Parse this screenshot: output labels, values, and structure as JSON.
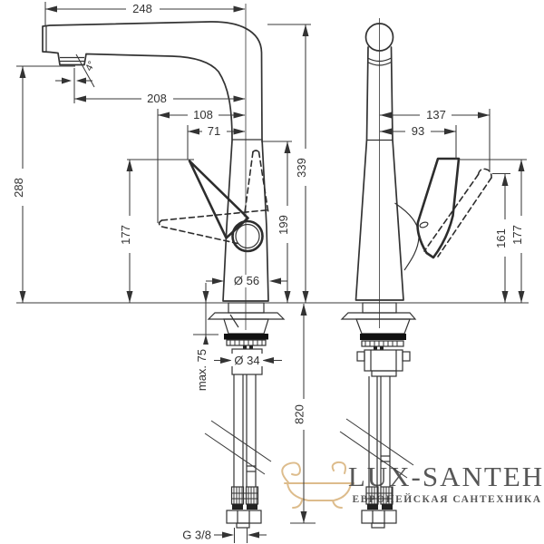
{
  "watermark": {
    "brand": "LUX-SANTEH",
    "tagline": "ЕВРОПЕЙСКАЯ САНТЕХНИКА",
    "brand_color": "#d9b87c",
    "tagline_color": "#cf9468"
  },
  "drawing": {
    "line_color": "#333333",
    "side_view": {
      "dims": {
        "spout_total": "248",
        "spout_reach": "208",
        "reach_mid": "108",
        "reach_min": "71",
        "angle": "4°",
        "outlet_height": "288",
        "handle_height": "177",
        "body_height": "199",
        "total_height": "339",
        "base_diameter": "Ø 56",
        "shank_diameter": "Ø 34",
        "max_counter": "max. 75",
        "hose_length": "820",
        "thread": "G 3/8"
      }
    },
    "front_view": {
      "dims": {
        "handle_reach_max": "137",
        "handle_reach_min": "93",
        "handle_height_open": "161",
        "handle_height_closed": "177"
      }
    }
  }
}
